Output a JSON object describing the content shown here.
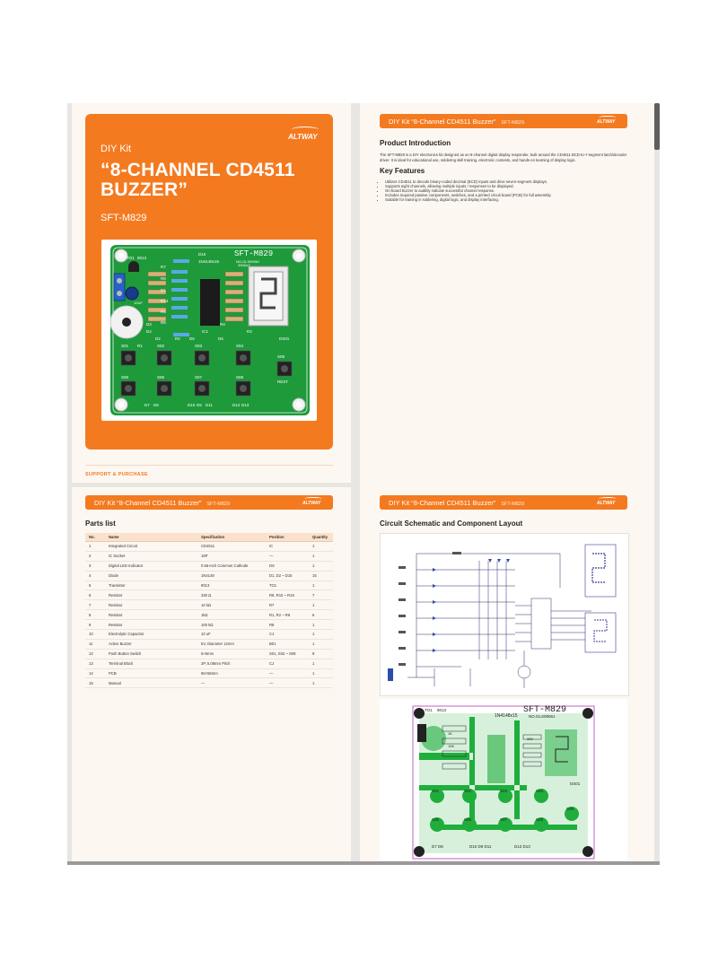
{
  "cover": {
    "logo": "ALTWAY",
    "kit": "DIY Kit",
    "title": "“8-CHANNEL CD4511 BUZZER”",
    "model": "SFT-M829",
    "support": "SUPPORT & PURCHASE"
  },
  "board": {
    "model": "SFT-M829",
    "number": "NO.GLS09061",
    "diodes_label": "1N4148x15",
    "labels": [
      "TO1",
      "9013",
      "D15",
      "R7",
      "R8",
      "R1",
      "R2",
      "R3",
      "R4",
      "R5",
      "R6",
      "D13",
      "D14",
      "D1",
      "D2",
      "D3",
      "D4",
      "D5",
      "D6",
      "D7",
      "D8",
      "D9",
      "D10",
      "D11",
      "D12",
      "IC1",
      "DS01",
      "S01",
      "S02",
      "S03",
      "S04",
      "S05",
      "S06",
      "S07",
      "S08",
      "S09",
      "REST",
      "10UF",
      "330Ωx7"
    ]
  },
  "intro_page": {
    "band_title": "DIY Kit “8-Channel CD4511 Buzzer”",
    "band_model": "SFT-M829",
    "logo": "ALTWAY",
    "intro_heading": "Product Introduction",
    "intro_text": "The SFT-M829 is a DIY electronics kit designed as an 8-channel digital display responder, built around the CD4511 BCD-to-7-segment latch/decoder driver. It is ideal for educational use, soldering skill training, electronic contests, and hands-on learning of display logic.",
    "features_heading": "Key Features",
    "features": [
      "Utilizes CD4511 to decode binary-coded decimal (BCD) inputs and drive seven-segment displays.",
      "Supports eight channels, allowing multiple inputs / responses to be displayed.",
      "On-board buzzer to audibly indicate successful channel response.",
      "Includes required passive components, switches, and a printed circuit board (PCB) for full assembly.",
      "Suitable for training in soldering, digital logic, and display interfacing."
    ]
  },
  "parts_page": {
    "band_title": "DIY Kit “8-Channel CD4511 Buzzer”",
    "band_model": "SFT-M829",
    "logo": "ALTWAY",
    "heading": "Parts list",
    "columns": [
      "No.",
      "Name",
      "Specification",
      "Position",
      "Quantity"
    ],
    "rows": [
      [
        "1",
        "Integrated Circuit",
        "CD4511",
        "IC",
        "1"
      ],
      [
        "2",
        "IC Socket",
        "16P",
        "—",
        "1"
      ],
      [
        "3",
        "Digital LED Indicator",
        "0.56-inch Common Cathode",
        "DS",
        "1"
      ],
      [
        "4",
        "Diode",
        "1N4148",
        "D1, D2 ~ D15",
        "15"
      ],
      [
        "5",
        "Transistor",
        "9013",
        "TO1",
        "1"
      ],
      [
        "6",
        "Resistor",
        "330 Ω",
        "R9, R10 ~ R15",
        "7"
      ],
      [
        "7",
        "Resistor",
        "10 kΩ",
        "R7",
        "1"
      ],
      [
        "8",
        "Resistor",
        "1kΩ",
        "R1, R2 ~ R6",
        "6"
      ],
      [
        "9",
        "Resistor",
        "100 kΩ",
        "R8",
        "1"
      ],
      [
        "10",
        "Electrolytic Capacitor",
        "10 uF",
        "C1",
        "1"
      ],
      [
        "11",
        "Active Buzzer",
        "5V, Diameter 12mm",
        "B01",
        "1"
      ],
      [
        "12",
        "Push Button Switch",
        "6×6mm",
        "S01, S02 ~ S09",
        "9"
      ],
      [
        "13",
        "Terminal Block",
        "2P, 5.08mm Pitch",
        "CJ",
        "1"
      ],
      [
        "14",
        "PCB",
        "65×55mm",
        "—",
        "1"
      ],
      [
        "15",
        "Manual",
        "—",
        "—",
        "1"
      ]
    ]
  },
  "schematic_page": {
    "band_title": "DIY Kit “8-Channel CD4511 Buzzer”",
    "band_model": "SFT-M829",
    "logo": "ALTWAY",
    "heading": "Circuit Schematic and Component Layout",
    "pcb_title": "SFT-M829",
    "pcb_sub": "NO.GLS09061",
    "pcb_diodes": "1N4148x15",
    "pcb_labels": [
      "TO1",
      "9013",
      "S01",
      "S02",
      "S03",
      "S04",
      "S05",
      "S06",
      "S07",
      "S08",
      "S09",
      "D7 D8",
      "D10 D9 D11",
      "D12 D13",
      "DS01",
      "1K",
      "10K",
      "330"
    ]
  },
  "colors": {
    "brand_orange": "#f47a20",
    "pcb_green": "#1e9a3b",
    "page_bg": "#fdf7f1",
    "table_header": "#fbe1cc"
  }
}
